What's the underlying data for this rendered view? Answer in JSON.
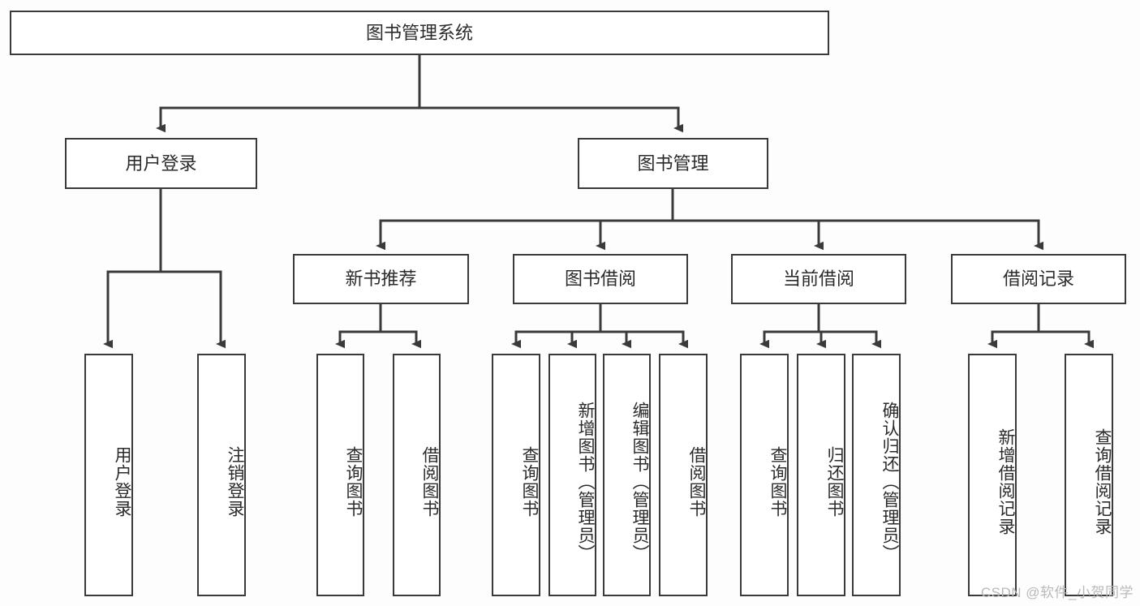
{
  "diagram": {
    "title": "图书管理系统",
    "type": "function-structure-tree",
    "background_color": "#fdfdfd",
    "box_border_color": "#3a3a3a",
    "text_color": "#2b2b2b",
    "edge_color": "#3a3a3a"
  },
  "watermark": {
    "text": "CSDN @软件_小贺同学",
    "color": "#b9b9b9"
  },
  "nodes": {
    "root": {
      "label": "图书管理系统"
    },
    "level2": [
      {
        "id": "user-login",
        "label": "用户登录"
      },
      {
        "id": "book-manage",
        "label": "图书管理"
      }
    ],
    "level3": [
      {
        "id": "new-book-recommend",
        "label": "新书推荐"
      },
      {
        "id": "book-borrow",
        "label": "图书借阅"
      },
      {
        "id": "current-borrow",
        "label": "当前借阅"
      },
      {
        "id": "borrow-record",
        "label": "借阅记录"
      }
    ],
    "leaves": {
      "user_login": [
        {
          "id": "leaf-user-login",
          "label": "用户登录"
        },
        {
          "id": "leaf-logout-login",
          "label": "注销登录"
        }
      ],
      "new_book_recommend": [
        {
          "id": "leaf-query-book-1",
          "label": "查询图书"
        },
        {
          "id": "leaf-borrow-book-1",
          "label": "借阅图书"
        }
      ],
      "book_borrow": [
        {
          "id": "leaf-query-book-2",
          "label": "查询图书"
        },
        {
          "id": "leaf-add-book",
          "label": "新增图书（管理员）"
        },
        {
          "id": "leaf-edit-book",
          "label": "编辑图书（管理员）"
        },
        {
          "id": "leaf-borrow-book-2",
          "label": "借阅图书"
        }
      ],
      "current_borrow": [
        {
          "id": "leaf-query-book-3",
          "label": "查询图书"
        },
        {
          "id": "leaf-return-book",
          "label": "归还图书"
        },
        {
          "id": "leaf-confirm-return",
          "label": "确认归还（管理员）"
        }
      ],
      "borrow_record": [
        {
          "id": "leaf-add-record",
          "label": "新增借阅记录"
        },
        {
          "id": "leaf-query-record",
          "label": "查询借阅记录"
        }
      ]
    }
  }
}
